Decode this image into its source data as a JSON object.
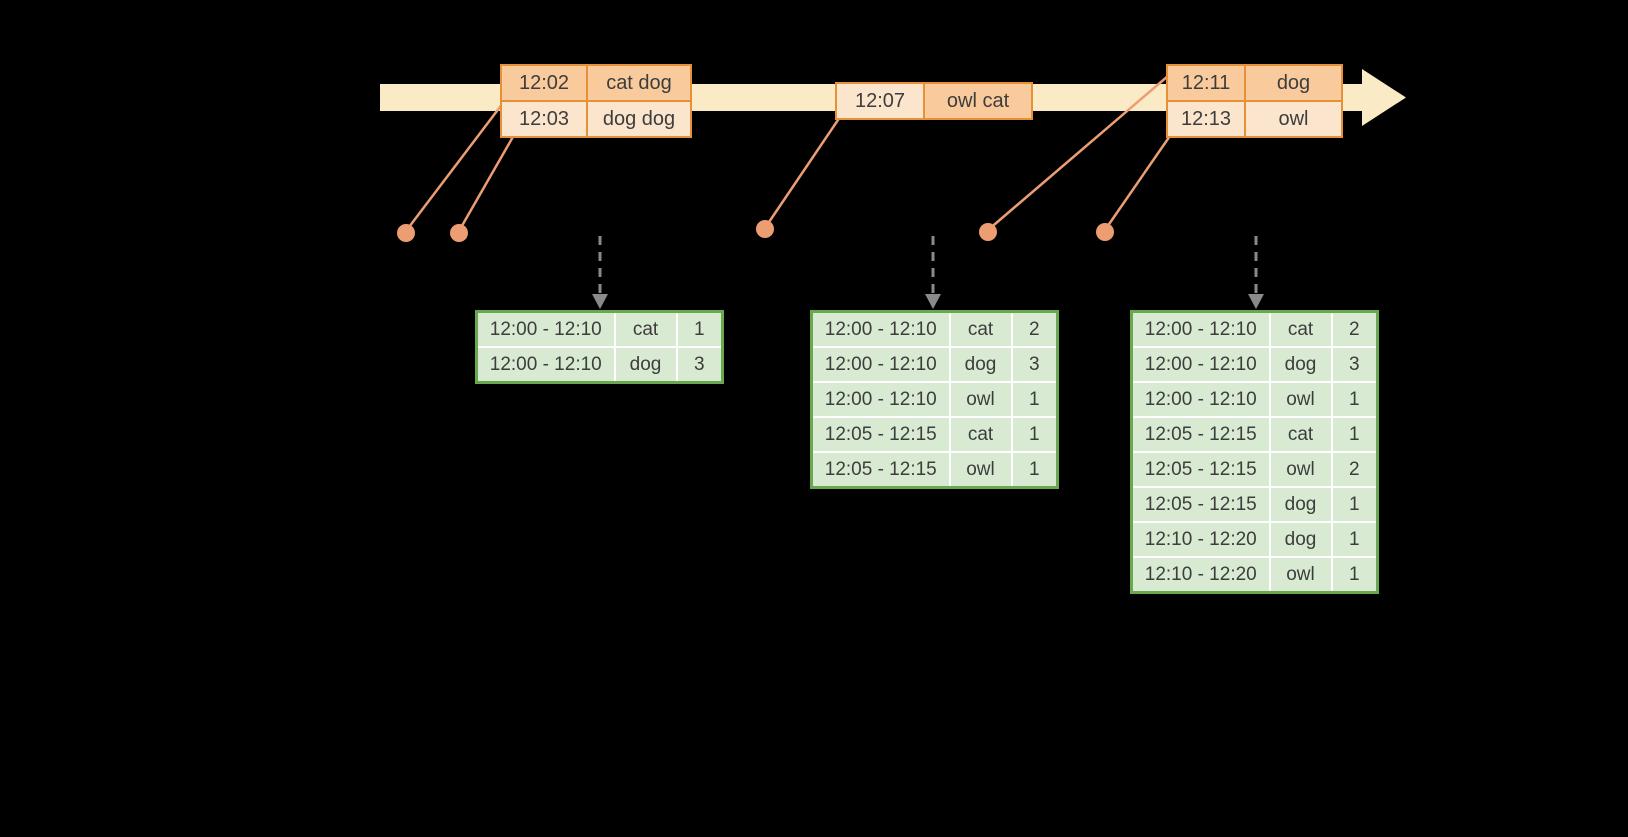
{
  "event_tables": [
    {
      "rows": [
        {
          "time": "12:02",
          "words": "cat dog"
        },
        {
          "time": "12:03",
          "words": "dog dog"
        }
      ]
    },
    {
      "rows": [
        {
          "time": "12:07",
          "words": "owl cat"
        }
      ]
    },
    {
      "rows": [
        {
          "time": "12:11",
          "words": "dog"
        },
        {
          "time": "12:13",
          "words": "owl"
        }
      ]
    }
  ],
  "result_tables": [
    {
      "rows": [
        {
          "window": "12:00 - 12:10",
          "word": "cat",
          "count": "1"
        },
        {
          "window": "12:00 - 12:10",
          "word": "dog",
          "count": "3"
        }
      ]
    },
    {
      "rows": [
        {
          "window": "12:00 - 12:10",
          "word": "cat",
          "count": "2"
        },
        {
          "window": "12:00 - 12:10",
          "word": "dog",
          "count": "3"
        },
        {
          "window": "12:00 - 12:10",
          "word": "owl",
          "count": "1"
        },
        {
          "window": "12:05 - 12:15",
          "word": "cat",
          "count": "1"
        },
        {
          "window": "12:05 - 12:15",
          "word": "owl",
          "count": "1"
        }
      ]
    },
    {
      "rows": [
        {
          "window": "12:00 - 12:10",
          "word": "cat",
          "count": "2"
        },
        {
          "window": "12:00 - 12:10",
          "word": "dog",
          "count": "3"
        },
        {
          "window": "12:00 - 12:10",
          "word": "owl",
          "count": "1"
        },
        {
          "window": "12:05 - 12:15",
          "word": "cat",
          "count": "1"
        },
        {
          "window": "12:05 - 12:15",
          "word": "owl",
          "count": "2"
        },
        {
          "window": "12:05 - 12:15",
          "word": "dog",
          "count": "1"
        },
        {
          "window": "12:10 - 12:20",
          "word": "dog",
          "count": "1"
        },
        {
          "window": "12:10 - 12:20",
          "word": "owl",
          "count": "1"
        }
      ]
    }
  ],
  "colors": {
    "background": "#000000",
    "timeline_fill": "#faeac6",
    "event_border": "#e69138",
    "event_fill_dark": "#f9cb9c",
    "event_fill_light": "#fce5cd",
    "connector": "#ed9d72",
    "result_border": "#6aa84f",
    "result_fill": "#d9ead3",
    "trigger_arrow": "#8a8a8a",
    "text": "#3d3d3d"
  }
}
